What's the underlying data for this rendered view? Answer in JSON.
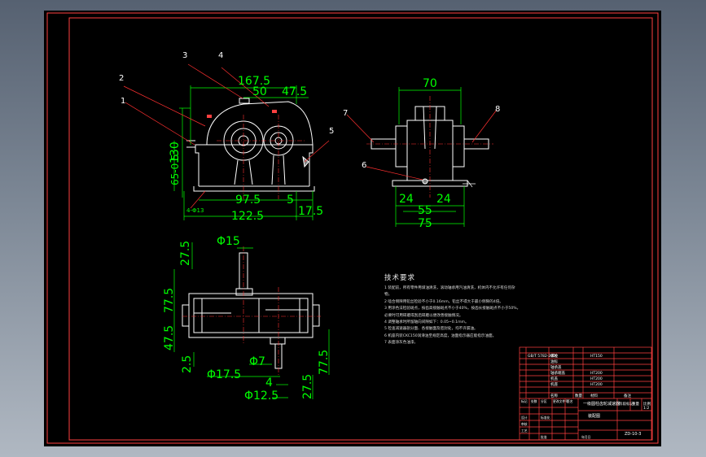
{
  "colors": {
    "frame": "#ff4040",
    "part": "#ffffff",
    "dim": "#00ff00",
    "leader": "#ff3030",
    "label": "#ffffff"
  },
  "front_view": {
    "dims": [
      "167.5",
      "50",
      "47.5",
      "130",
      "65-0.5",
      "97.5",
      "5",
      "122.5",
      "17.5"
    ],
    "callouts": [
      "1",
      "2",
      "3",
      "4",
      "5"
    ],
    "bolt_note": "4-Φ13"
  },
  "side_view": {
    "dims": [
      "70",
      "24",
      "24",
      "55",
      "75"
    ],
    "callouts": [
      "6",
      "7",
      "8"
    ]
  },
  "plan_view": {
    "dims": [
      "27.5",
      "Φ15",
      "77.5",
      "47.5",
      "2.5",
      "Φ17.5",
      "Φ7",
      "4",
      "Φ12.5",
      "77.5",
      "27.5"
    ]
  },
  "notes": {
    "title": "技术要求",
    "lines": [
      "1 装配前，所有零件用煤油清洗，滚动轴承用汽油清洗，机体内不允许有任何杂",
      "物。",
      "2 啮合侧隙用铅丝检验不小于0.16mm，铅丝不得大于最小侧隙的4倍。",
      "3 用涂色法检验斑点，按齿高接触斑点不小于40%，按齿长接触斑点不小于50%，",
      "   必要时可用研磨或刮后研磨以便改善接触情况。",
      "4 调整轴承时所留轴向间隙如下：0.05~0.1mm。",
      "5 检查减速器剖分面、各接触面及密封处，均不许漏油。",
      "6 机座内装CKC150润滑油至规定高度，油面指示器应能指示油面。",
      "7 表面涂灰色油漆。"
    ]
  },
  "title_block": {
    "parts_rows": [
      "GB/T 5782-2000",
      "螺栓",
      "油标",
      "轴承盖",
      "轴承端盖",
      "机盖",
      "机座"
    ],
    "material_cells": [
      "HT150",
      "HT200",
      "HT200",
      "HT200"
    ],
    "header_cells": [
      "名称",
      "数量",
      "材料",
      "备注"
    ],
    "drawing_title": "一级圆柱齿轮减速器",
    "sub_title": "装配图",
    "scale": "1:2",
    "drawing_number": "ZD-10-3",
    "stage_cells": [
      "阶段标记",
      "重量",
      "比例"
    ],
    "sign_cells": [
      "标记",
      "处数",
      "分区",
      "更改文件号",
      "签名",
      "年月日",
      "设计",
      "标准化",
      "审核",
      "工艺",
      "批准"
    ]
  }
}
